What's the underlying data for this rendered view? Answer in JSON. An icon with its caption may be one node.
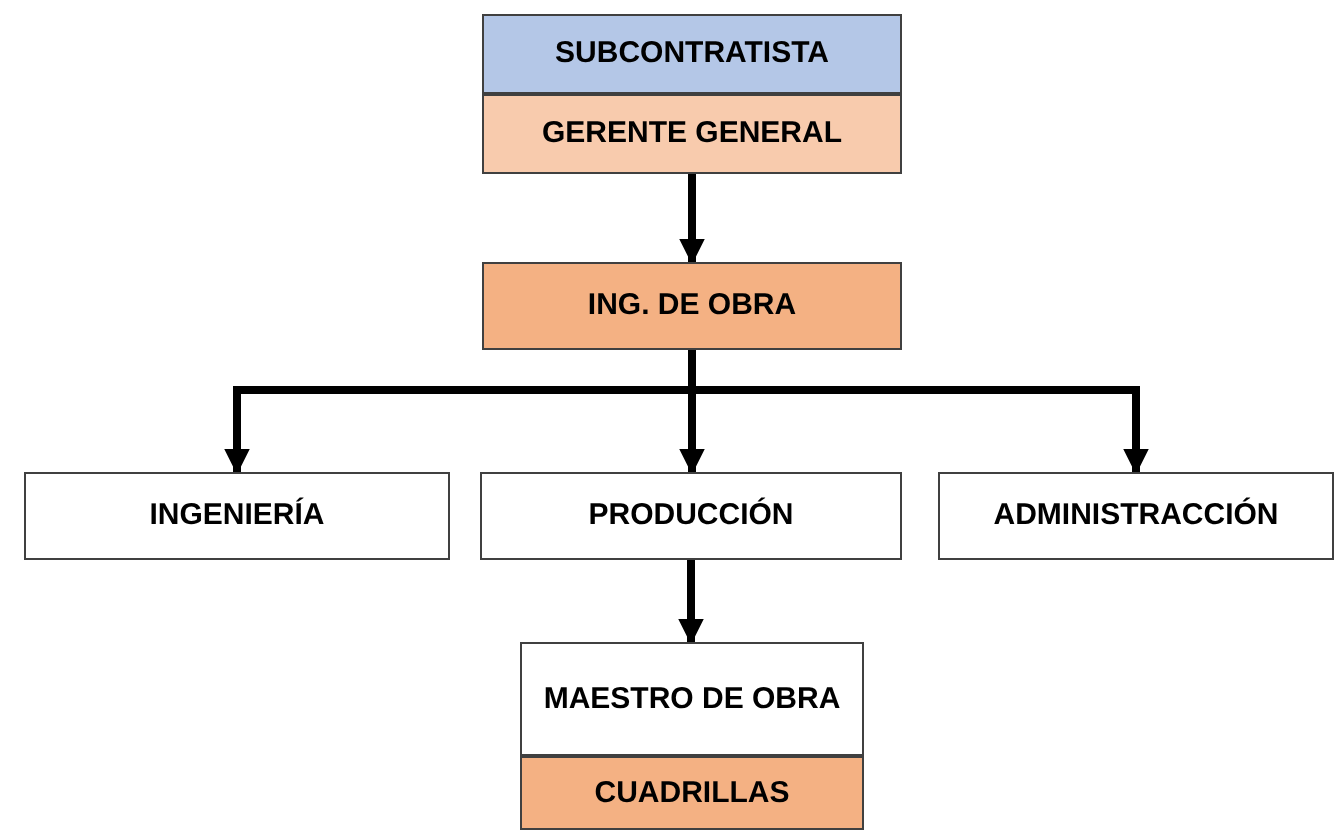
{
  "diagram": {
    "nodes": [
      {
        "text": [
          "SUBCONTRATISTA"
        ]
      },
      {
        "text": [
          "GERENTE GENERAL"
        ]
      },
      {
        "text": [
          "ING. DE OBRA"
        ]
      },
      {
        "text": [
          "INGENIERÍA"
        ]
      },
      {
        "text": [
          "PRODUCCIÓN"
        ]
      },
      {
        "text": [
          "ADMINISTRACCIÓN"
        ]
      },
      {
        "text": [
          "MAESTRO DE OBRA"
        ]
      },
      {
        "text": [
          "CUADRILLAS"
        ]
      }
    ],
    "edges": [
      {
        "from": 1,
        "to": 2,
        "arrow": "to"
      },
      {
        "from": 2,
        "to": 3,
        "arrow": "to"
      },
      {
        "from": 2,
        "to": 4,
        "arrow": "to"
      },
      {
        "from": 2,
        "to": 5,
        "arrow": "to"
      },
      {
        "from": 4,
        "to": 6,
        "arrow": "to"
      }
    ]
  }
}
